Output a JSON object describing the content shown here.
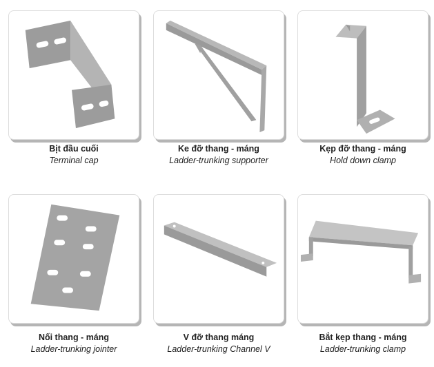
{
  "products": [
    {
      "name_vi": "Bịt đầu cuối",
      "name_en": "Terminal cap"
    },
    {
      "name_vi": "Ke đỡ thang - máng",
      "name_en": "Ladder-trunking supporter"
    },
    {
      "name_vi": "Kẹp đỡ thang - máng",
      "name_en": "Hold down clamp"
    },
    {
      "name_vi": "Nối thang - máng",
      "name_en": "Ladder-trunking jointer"
    },
    {
      "name_vi": "V đỡ thang máng",
      "name_en": "Ladder-trunking Channel V"
    },
    {
      "name_vi": "Bắt kẹp thang - máng",
      "name_en": "Ladder-trunking clamp"
    }
  ]
}
